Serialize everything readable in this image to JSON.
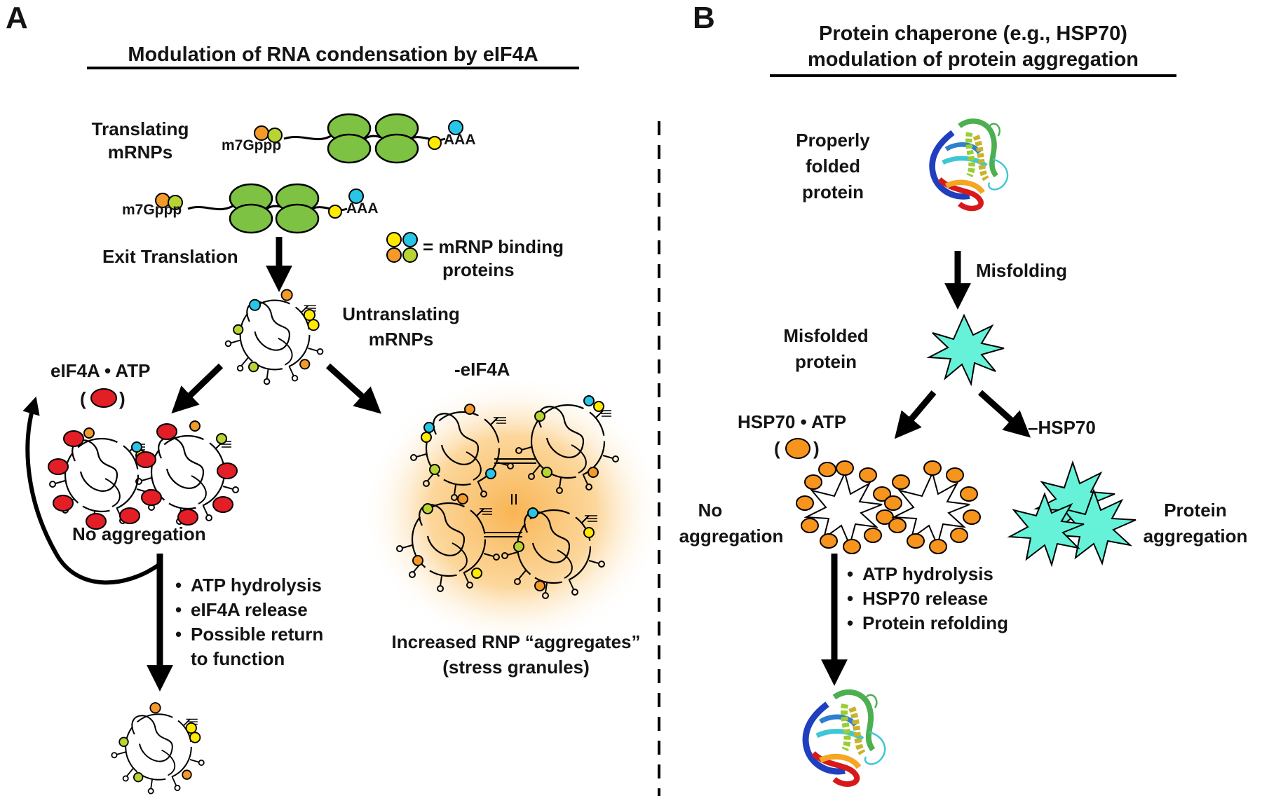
{
  "panel_a": {
    "letter": "A",
    "title": "Modulation of RNA condensation by eIF4A",
    "translating_label": [
      "Translating",
      "mRNPs"
    ],
    "cap_label": "m7Gppp",
    "polya_label": "AAA",
    "exit_label": "Exit Translation",
    "legend_label": [
      "= mRNP binding",
      "proteins"
    ],
    "untranslating_label": [
      "Untranslating",
      "mRNPs"
    ],
    "eif4a_atp_label": "eIF4A • ATP",
    "eif4a_symbol_parens": [
      "(",
      ")"
    ],
    "minus_eif4a_label": "-eIF4A",
    "no_aggregation_label": "No aggregation",
    "steps": [
      "ATP hydrolysis",
      "eIF4A release",
      "Possible return",
      "to function"
    ],
    "aggregates_label": [
      "Increased RNP “aggregates”",
      "(stress granules)"
    ]
  },
  "panel_b": {
    "letter": "B",
    "title": [
      "Protein chaperone (e.g., HSP70)",
      "modulation of protein aggregation"
    ],
    "folded_label": [
      "Properly",
      "folded",
      "protein"
    ],
    "misfolding_label": "Misfolding",
    "misfolded_label": [
      "Misfolded",
      "protein"
    ],
    "hsp70_atp_label": "HSP70 • ATP",
    "hsp70_symbol_parens": [
      "(",
      ")"
    ],
    "minus_hsp70_label": "–HSP70",
    "no_aggregation_label": [
      "No",
      "aggregation"
    ],
    "aggregation_label": [
      "Protein",
      "aggregation"
    ],
    "steps": [
      "ATP hydrolysis",
      "HSP70 release",
      "Protein refolding"
    ]
  },
  "colors": {
    "ribosome": "#7dc242",
    "eif4a": "#e41e26",
    "hsp70": "#f7941d",
    "misfolded": "#66f2d8",
    "cap_orange": "#f39a2b",
    "cap_green": "#b7d433",
    "tail_yellow": "#ffea00",
    "tail_blue": "#29c5e6",
    "granule_glow": "#f8b04a",
    "helix_red": "#d7191c",
    "helix_orange": "#f5a623",
    "helix_green": "#4caf50",
    "helix_blue": "#1f3fbf",
    "helix_cyan": "#3fc6d6"
  }
}
